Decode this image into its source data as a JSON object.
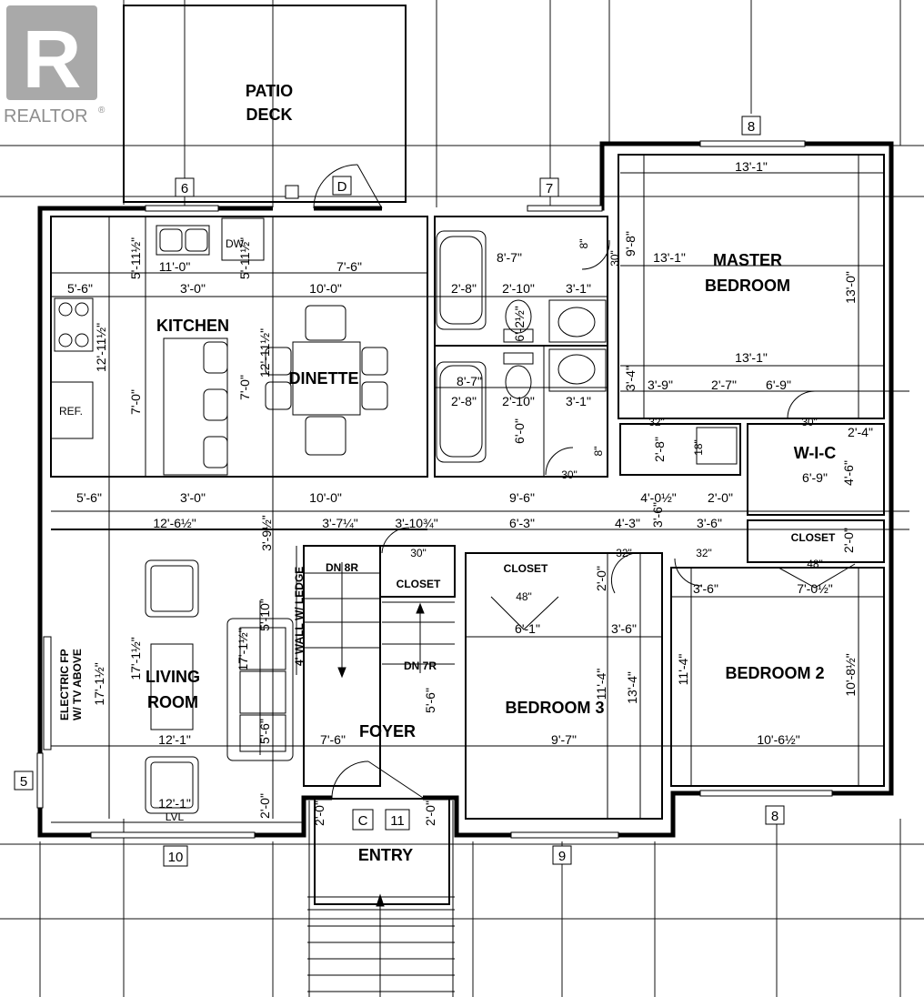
{
  "watermark": {
    "brand": "REALTOR",
    "reg": "®"
  },
  "rooms": {
    "patio": [
      "PATIO",
      "DECK"
    ],
    "kitchen": "KITCHEN",
    "dinette": "DINETTE",
    "master": [
      "MASTER",
      "BEDROOM"
    ],
    "wic": "W-I-C",
    "living": [
      "LIVING",
      "ROOM"
    ],
    "foyer": "FOYER",
    "entry": "ENTRY",
    "bedroom2": "BEDROOM 2",
    "bedroom3": "BEDROOM 3"
  },
  "fixtures": {
    "dw": "DW",
    "ref": "REF.",
    "closet": "CLOSET",
    "electric_fp": [
      "ELECTRIC FP",
      "W/ TV ABOVE"
    ],
    "wall_ledge": "4' WALL W/ LEDGE",
    "dn_8r": "DN 8R",
    "dn_7r": "DN 7R",
    "lvl": "LVL",
    "door_d": "D",
    "door_c": "C"
  },
  "window_tags": {
    "t6": "6",
    "t7": "7",
    "t8top": "8",
    "t8bottom": "8",
    "t5": "5",
    "t10": "10",
    "t9": "9",
    "t11": "11"
  },
  "dimensions": {
    "d13_1_top": "13'-1\"",
    "d13_1_mid": "13'-1\"",
    "d13_1_low": "13'-1\"",
    "d13_0": "13'-0\"",
    "d9_8": "9'-8\"",
    "d30_master": "30\"",
    "d8_closet": "8\"",
    "d11_0": "11'-0\"",
    "d7_6_dinette": "7'-6\"",
    "d5_11_a": "5'-11½\"",
    "d5_11_b": "5'-11½\"",
    "d5_6_top": "5'-6\"",
    "d3_0_top": "3'-0\"",
    "d10_0_top": "10'-0\"",
    "d2_8_a": "2'-8\"",
    "d2_10_a": "2'-10\"",
    "d3_1_a": "3'-1\"",
    "d8_7_a": "8'-7\"",
    "d6_2": "6'-2½\"",
    "d12_11_a": "12'-11½\"",
    "d12_11_b": "12'-11½\"",
    "d7_0_a": "7'-0\"",
    "d7_0_b": "7'-0\"",
    "d8_7_b": "8'-7\"",
    "d2_8_b": "2'-8\"",
    "d2_10_b": "2'-10\"",
    "d3_1_b": "3'-1\"",
    "d6_0": "6'-0\"",
    "d30_bath": "30\"",
    "d8_bath": "8\"",
    "d3_4": "3'-4\"",
    "d3_9": "3'-9\"",
    "d2_7": "2'-7\"",
    "d6_9_a": "6'-9\"",
    "d32_a": "32\"",
    "d30_wic": "30\"",
    "d2_4": "2'-4\"",
    "d18": "18\"",
    "d2_8_c": "2'-8\"",
    "d6_9_b": "6'-9\"",
    "d4_6": "4'-6\"",
    "d5_6_mid": "5'-6\"",
    "d3_0_mid": "3'-0\"",
    "d10_0_mid": "10'-0\"",
    "d9_6": "9'-6\"",
    "d4_0": "4'-0½\"",
    "d2_0_a": "2'-0\"",
    "d12_6": "12'-6½\"",
    "d3_9_5": "3'-9½\"",
    "d3_7": "3'-7¼\"",
    "d3_10": "3'-10¾\"",
    "d6_3": "6'-3\"",
    "d4_3": "4'-3\"",
    "d3_6_v": "3'-6\"",
    "d3_6_a": "3'-6\"",
    "d2_0_b": "2'-0\"",
    "d30_closet": "30\"",
    "d32_b": "32\"",
    "d32_c": "32\"",
    "d2_0_c": "2'-0\"",
    "d48_a": "48\"",
    "d48_b": "48\"",
    "d3_6_b": "3'-6\"",
    "d7_0_5": "7'-0½\"",
    "d6_1": "6'-1\"",
    "d3_6_c": "3'-6\"",
    "d17_1_a": "17'-1½\"",
    "d17_1_b": "17'-1½\"",
    "d17_1_c": "17'-1½\"",
    "d5_10": "5'-10\"",
    "d5_6_sofa": "5'-6\"",
    "d11_4_a": "11'-4\"",
    "d13_4": "13'-4\"",
    "d11_4_b": "11'-4\"",
    "d10_8": "10'-8½\"",
    "d12_1_a": "12'-1\"",
    "d7_6_foyer": "7'-6\"",
    "d9_7": "9'-7\"",
    "d10_6": "10'-6½\"",
    "d5_6_foyer": "5'-6\"",
    "d12_1_b": "12'-1\"",
    "d2_0_d": "2'-0\"",
    "d2_0_e": "2'-0\"",
    "d2_0_f": "2'-0\""
  }
}
